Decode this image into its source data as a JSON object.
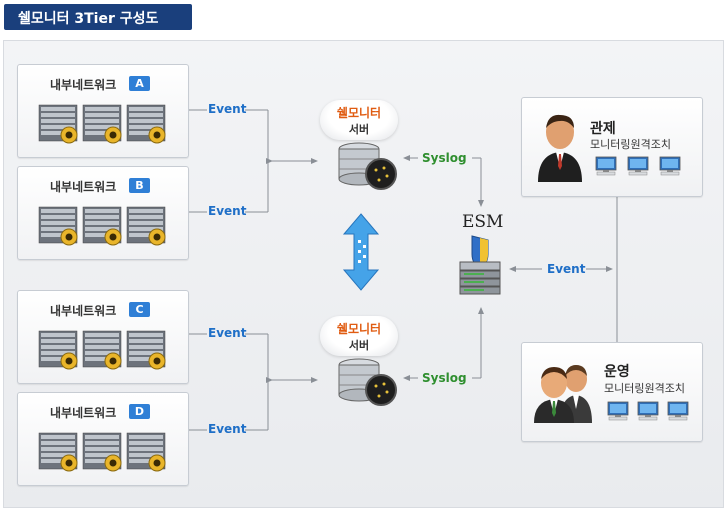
{
  "title": "쉘모니터 3Tier 구성도",
  "networks": [
    {
      "label": "내부네트워크",
      "badge": "A"
    },
    {
      "label": "내부네트워크",
      "badge": "B"
    },
    {
      "label": "내부네트워크",
      "badge": "C"
    },
    {
      "label": "내부네트워크",
      "badge": "D"
    }
  ],
  "edges": {
    "event": "Event",
    "syslog": "Syslog"
  },
  "servers": [
    {
      "line1": "쉘모니터",
      "line2": "서버"
    },
    {
      "line1": "쉘모니터",
      "line2": "서버"
    }
  ],
  "esm": "ESM",
  "roles": [
    {
      "title": "관제",
      "subtitle": "모니터링원격조치"
    },
    {
      "title": "운영",
      "subtitle": "모니터링원격조치"
    }
  ],
  "colors": {
    "title_bar": "#1a3f7c",
    "badge": "#2f7fd6",
    "event": "#1f6fc7",
    "syslog": "#2f8f2f",
    "server_label": "#e05c12"
  }
}
